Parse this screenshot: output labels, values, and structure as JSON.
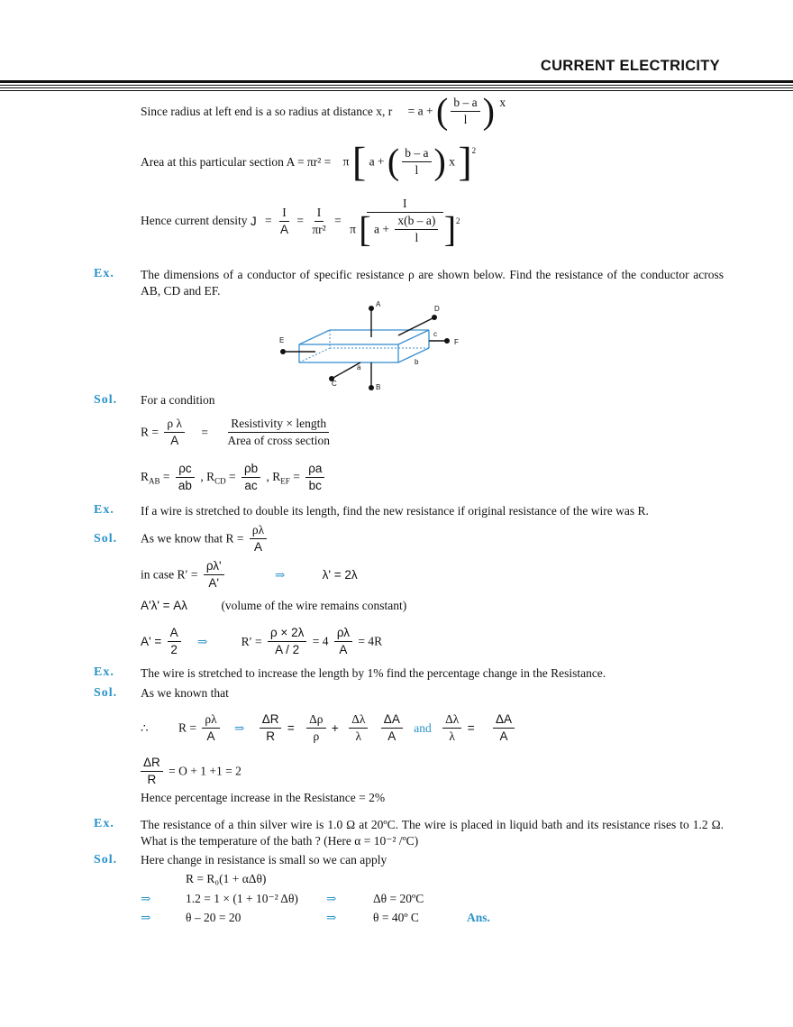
{
  "header": {
    "title": "CURRENT ELECTRICITY"
  },
  "intro": {
    "radius_text": "Since radius at left end is a so radius at distance x, r",
    "radius_eq_prefix": "= a +",
    "radius_num": "b – a",
    "radius_den": "l",
    "radius_suffix": "x",
    "area_text": "Area at this particular section A = πr² =",
    "area_pi": "π",
    "area_a": "a +",
    "area_num": "b – a",
    "area_den": "l",
    "area_x": "x",
    "area_exp": "2",
    "density_text": "Hence current density",
    "density_j": "J",
    "density_f1_num": "I",
    "density_f1_den": "A",
    "density_f2_num": "I",
    "density_f2_den": "πr²",
    "density_f3_num": "I",
    "density_f3_pi": "π",
    "density_f3_a": "a +",
    "density_f3_inner_num": "x(b – a)",
    "density_f3_inner_den": "l",
    "density_f3_exp": "2"
  },
  "ex1": {
    "label": "Ex.",
    "text": "The dimensions of a conductor of specific resistance ρ are shown below. Find the resistance of the conductor across AB, CD and EF.",
    "diagram_labels": {
      "A": "A",
      "B": "B",
      "C": "C",
      "D": "D",
      "E": "E",
      "F": "F",
      "a": "a",
      "b": "b",
      "c": "c"
    }
  },
  "sol1": {
    "label": "Sol.",
    "line1": "For a condition",
    "r_eq": "R =",
    "f_num": "ρ λ",
    "f_den": "A",
    "eq2": "=",
    "word_num": "Resistivity × length",
    "word_den": "Area of cross section",
    "rab": "R",
    "rab_sub": "AB",
    "rab_num": "ρc",
    "rab_den": "ab",
    "rcd": "R",
    "rcd_sub": "CD",
    "rcd_num": "ρb",
    "rcd_den": "ac",
    "ref": "R",
    "ref_sub": "EF",
    "ref_num": "ρa",
    "ref_den": "bc"
  },
  "ex2": {
    "label": "Ex.",
    "text": "If a wire is stretched to double its length, find the new resistance if original resistance of the wire was R."
  },
  "sol2": {
    "label": "Sol.",
    "line1": "As we know that R =",
    "f1_num": "ρλ",
    "f1_den": "A",
    "line2": "in case R′ =",
    "f2_num": "ρλ'",
    "f2_den": "A'",
    "arrow": "⇒",
    "lambda_eq": "λ' = 2λ",
    "vol_eq": "A'λ' = Aλ",
    "vol_note": "(volume of the wire remains constant)",
    "a_prime": "A' =",
    "a_num": "A",
    "a_den": "2",
    "r_prime": "R′ =",
    "r_f1_num": "ρ × 2λ",
    "r_f1_den": "A / 2",
    "r_mid": "= 4",
    "r_f2_num": "ρλ",
    "r_f2_den": "A",
    "r_end": "= 4R"
  },
  "ex3": {
    "label": "Ex.",
    "text": "The wire is stretched to increase the length by 1% find the percentage change in the Resistance."
  },
  "sol3": {
    "label": "Sol.",
    "line1": "As we known that",
    "therefore": "∴",
    "r_eq": "R =",
    "f1_num": "ρλ",
    "f1_den": "A",
    "arrow": "⇒",
    "f2_num": "ΔR",
    "f2_den": "R",
    "eq": "=",
    "f3_num": "Δρ",
    "f3_den": "ρ",
    "plus": "+",
    "f4_num": "Δλ",
    "f4_den": "λ",
    "f5_num": "ΔA",
    "f5_den": "A",
    "and": "and",
    "f6_num": "Δλ",
    "f6_den": "λ",
    "eq2": "=",
    "f7_num": "ΔA",
    "f7_den": "A",
    "r_num": "ΔR",
    "r_den": "R",
    "r_val": "= O + 1 +1 = 2",
    "result": "Hence percentage increase in the Resistance = 2%"
  },
  "ex4": {
    "label": "Ex.",
    "text": "The resistance of a thin silver wire is 1.0 Ω at 20ºC. The wire is placed in liquid bath and its resistance rises  to 1.2 Ω. What is the temperature of the bath ? (Here α = 10⁻² /ºC)"
  },
  "sol4": {
    "label": "Sol.",
    "line1": "Here change in resistance is small so we can apply",
    "eq1": "R = R₀(1 + αΔθ)",
    "arrow": "⇒",
    "eq2": "1.2 = 1 × (1 + 10⁻² Δθ)",
    "eq2_res": "Δθ = 20ºC",
    "eq3": "θ – 20 = 20",
    "eq3_res": "θ = 40º C",
    "ans": "Ans."
  }
}
